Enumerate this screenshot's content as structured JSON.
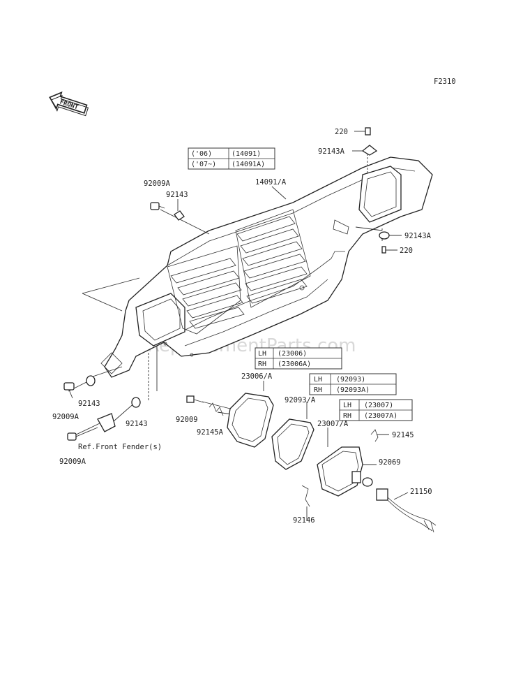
{
  "figure_code": "F2310",
  "front_arrow_label": "FRONT",
  "watermark": "eReplacementParts.com",
  "tables": {
    "cover": [
      [
        "('06)",
        "(14091)"
      ],
      [
        "('07~)",
        "(14091A)"
      ]
    ],
    "bezel": [
      [
        "LH",
        "(23006)"
      ],
      [
        "RH",
        "(23006A)"
      ]
    ],
    "gasket": [
      [
        "LH",
        "(92093)"
      ],
      [
        "RH",
        "(92093A)"
      ]
    ],
    "lamp": [
      [
        "LH",
        "(23007)"
      ],
      [
        "RH",
        "(23007A)"
      ]
    ]
  },
  "labels": {
    "l220_top": "220",
    "l92143A_top": "92143A",
    "l14091": "14091/A",
    "l92009A_top": "92009A",
    "l92143_top": "92143",
    "l92143A_right": "92143A",
    "l220_right": "220",
    "l23006": "23006/A",
    "l92093": "92093/A",
    "l23007": "23007/A",
    "l92145_right": "92145",
    "l92069": "92069",
    "l21150": "21150",
    "l92146": "92146",
    "l92143_left": "92143",
    "l92009A_left": "92009A",
    "l92143_mid": "92143",
    "l92009": "92009",
    "l92145A": "92145A",
    "ref_front_fender": "Ref.Front Fender(s)",
    "l92009A_bottom": "92009A"
  }
}
